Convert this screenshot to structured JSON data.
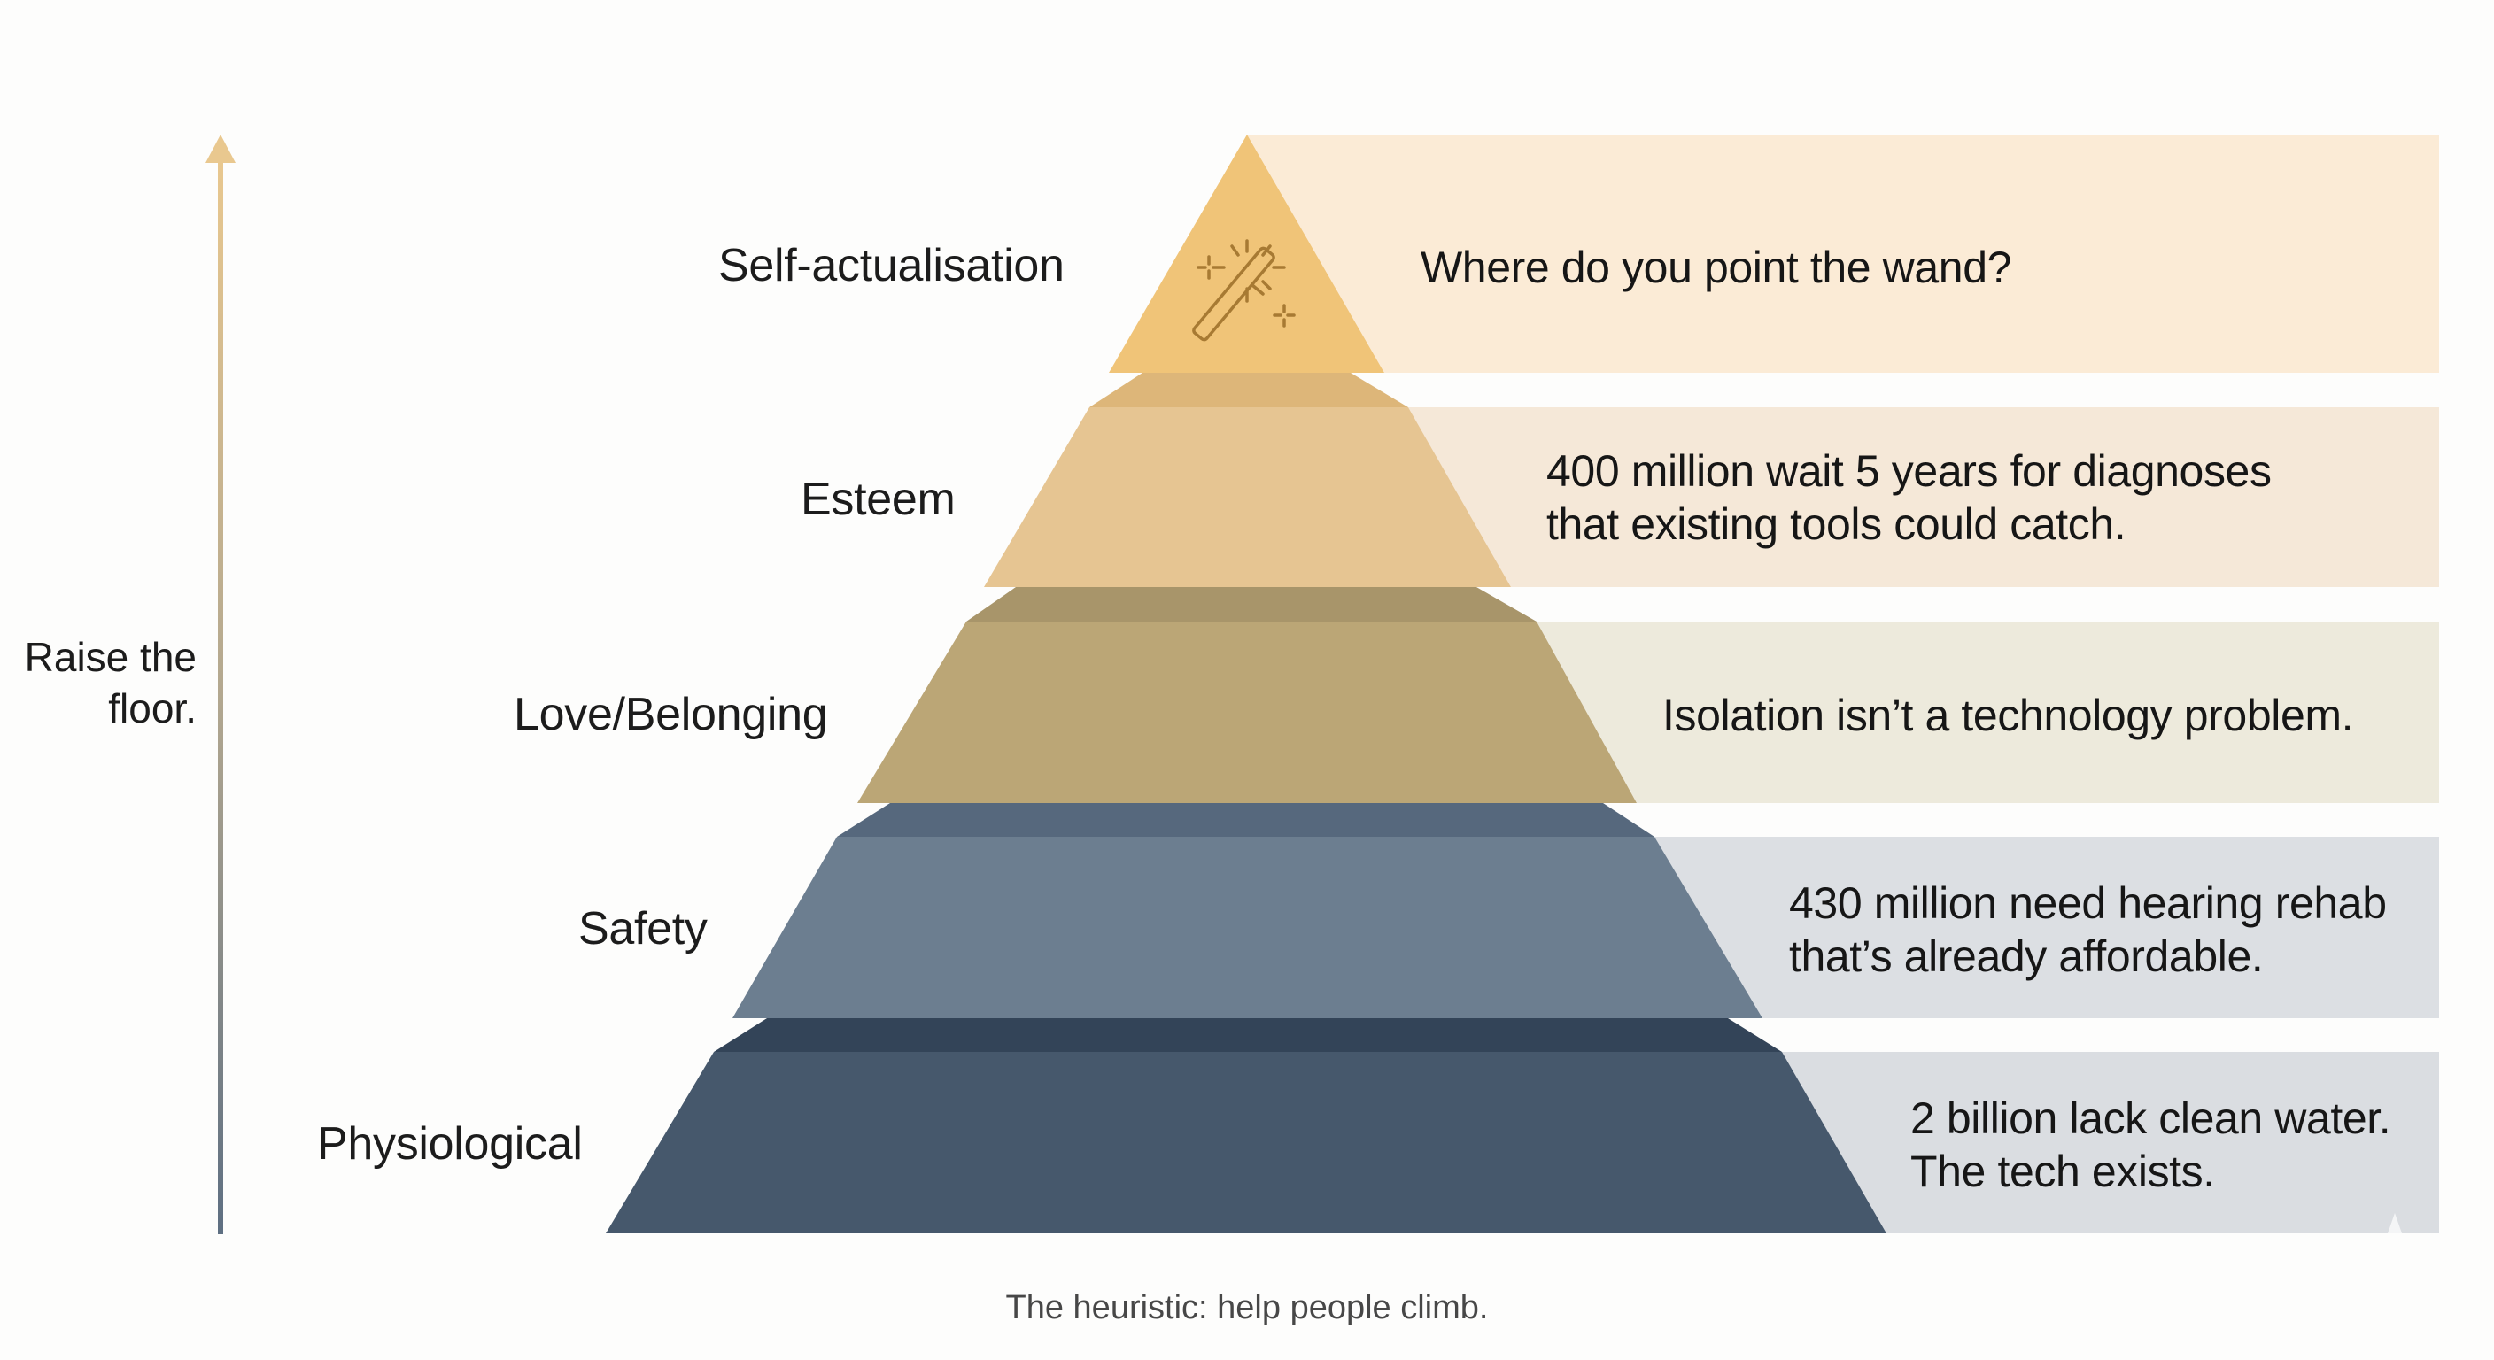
{
  "axis": {
    "label_line1": "Raise the",
    "label_line2": "floor.",
    "arrow_color_top": "#E9C88F",
    "arrow_color_bottom": "#5E6F82"
  },
  "tiers": [
    {
      "name": "Self-actualisation",
      "icon": "magic-wand-icon",
      "text_lines": [
        "Where do you point the wand?"
      ],
      "color": "#F0C478",
      "cap_color": "#F0C478",
      "band_color": "#FBEBD6"
    },
    {
      "name": "Esteem",
      "text_lines": [
        "400 million wait 5 years for diagnoses",
        "that existing tools could catch."
      ],
      "color": "#E6C592",
      "cap_color": "#DDB679",
      "band_color": "#F5E8D8"
    },
    {
      "name": "Love/Belonging",
      "text_lines": [
        "Isolation isn’t a technology problem."
      ],
      "color": "#BBA676",
      "cap_color": "#A8956A",
      "band_color": "#EDEADC"
    },
    {
      "name": "Safety",
      "text_lines": [
        "430 million need hearing rehab",
        "that’s already affordable."
      ],
      "color": "#6C7E90",
      "cap_color": "#56687D",
      "band_color": "#DCDFE3"
    },
    {
      "name": "Physiological",
      "text_lines": [
        "2 billion lack clean water.",
        "The tech exists."
      ],
      "color": "#46586C",
      "cap_color": "#334458",
      "band_color": "#DADDE1"
    }
  ],
  "caption": "The heuristic: help people climb."
}
